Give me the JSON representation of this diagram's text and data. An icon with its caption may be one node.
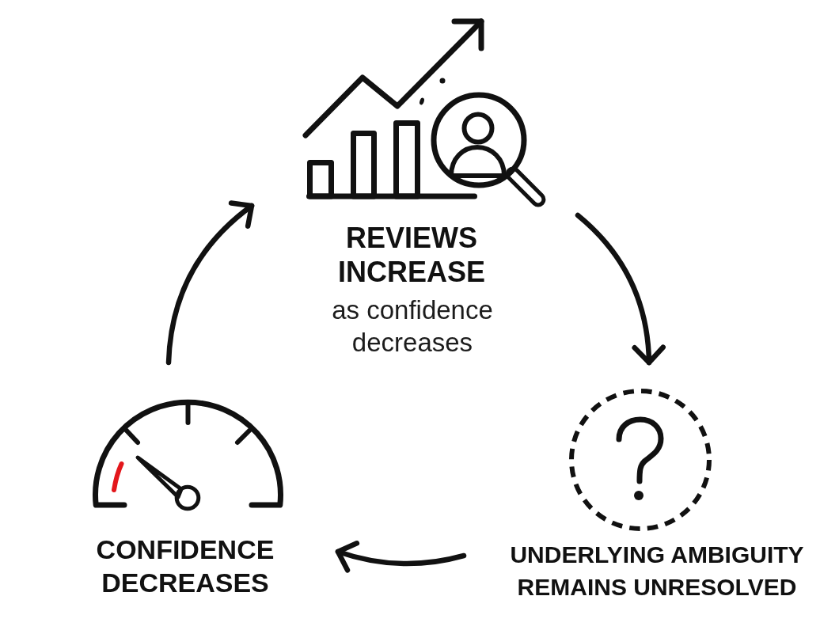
{
  "diagram": {
    "nodes": [
      {
        "text": [
          "REVIEWS INCREASE",
          "as confidence decreases"
        ]
      },
      {
        "text": [
          "UNDERLYING AMBIGUITY REMAINS UNRESOLVED"
        ]
      },
      {
        "text": [
          "CONFIDENCE DECREASES"
        ]
      }
    ],
    "edges": [
      {
        "from": 0,
        "to": 1,
        "arrow": "to"
      },
      {
        "from": 1,
        "to": 2,
        "arrow": "to"
      },
      {
        "from": 2,
        "to": 0,
        "arrow": "to"
      }
    ]
  }
}
